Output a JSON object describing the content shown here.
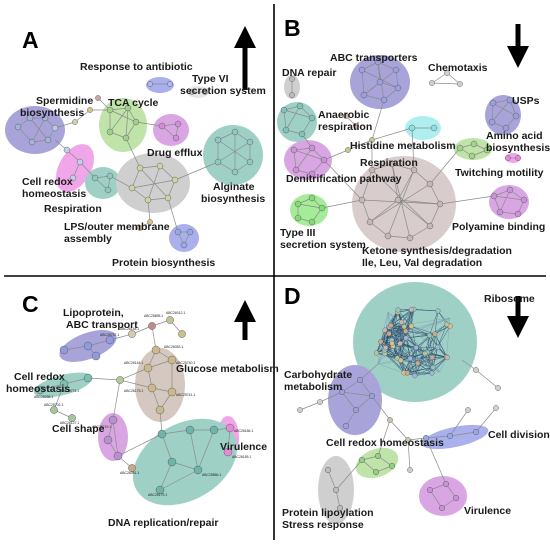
{
  "panels": {
    "A": {
      "letter": "A",
      "labels": {
        "response_antibiotic": "Response to antibiotic",
        "type_vi_line1": "Type VI",
        "type_vi_line2": "secretion system",
        "spermidine_line1": "Spermidine",
        "spermidine_line2": "biosynthesis",
        "tca": "TCA cycle",
        "drug_efflux": "Drug efflux",
        "redox_line1": "Cell redox",
        "redox_line2": "homeostasis",
        "respiration": "Respiration",
        "alginate_line1": "Alginate",
        "alginate_line2": "biosynthesis",
        "lps_line1": "LPS/outer membrane",
        "lps_line2": "assembly",
        "protein_biosynthesis": "Protein biosynthesis"
      }
    },
    "B": {
      "letter": "B",
      "labels": {
        "abc": "ABC transporters",
        "chemotaxis": "Chemotaxis",
        "dna_repair": "DNA repair",
        "usps": "USPs",
        "anaerobic_line1": "Anaerobic",
        "anaerobic_line2": "respiration",
        "histidine": "Histidine metabolism",
        "amino_line1": "Amino acid",
        "amino_line2": "biosynthesis",
        "respiration": "Respiration",
        "denitrification": "Denitrification pathway",
        "twitching": "Twitching motility",
        "type_iii_line1": "Type III",
        "type_iii_line2": "secretion system",
        "polyamine": "Polyamine binding",
        "ketone_line1": "Ketone synthesis/degradation",
        "ketone_line2": "Ile, Leu, Val degradation"
      }
    },
    "C": {
      "letter": "C",
      "labels": {
        "lipoprotein_line1": "Lipoprotein,",
        "lipoprotein_line2": "ABC transport",
        "glucose": "Glucose metabolism",
        "redox_line1": "Cell redox",
        "redox_line2": "homeostasis",
        "cell_shape": "Cell shape",
        "virulence": "Virulence",
        "dna_replication": "DNA replication/repair"
      },
      "node_ids": [
        "ABC25895.1",
        "ABC26012.1",
        "ABC26148.1",
        "ABC25737.1",
        "ABC26053.1",
        "ABC25740.1",
        "ABC26144.1",
        "ABC26173.1",
        "ABC25741.1",
        "ABC26098.1",
        "ABC25774.1",
        "ABC25702.1",
        "ABC26127.1",
        "ABC25719.1",
        "ABC26081.1",
        "ABC25856.1",
        "ABC26179.1",
        "ABC26166.1",
        "ABC26159.1"
      ]
    },
    "D": {
      "letter": "D",
      "labels": {
        "ribosome": "Ribosome",
        "carb_line1": "Carbohydrate",
        "carb_line2": "metabolism",
        "redox": "Cell redox homeostasis",
        "cell_division": "Cell division",
        "lipoylation_line1": "Protein lipoylation",
        "lipoylation_line2": "Stress response",
        "virulence": "Virulence"
      }
    }
  },
  "colors": {
    "purple_cluster": "#a8a3d8",
    "green_cluster": "#bfe3a8",
    "teal_cluster": "#9fd0c6",
    "gray_cluster": "#cfcfcf",
    "magenta_cluster": "#f0a6e8",
    "blue_cluster": "#a9b0ec",
    "cyan_cluster": "#aeeeef"
  }
}
